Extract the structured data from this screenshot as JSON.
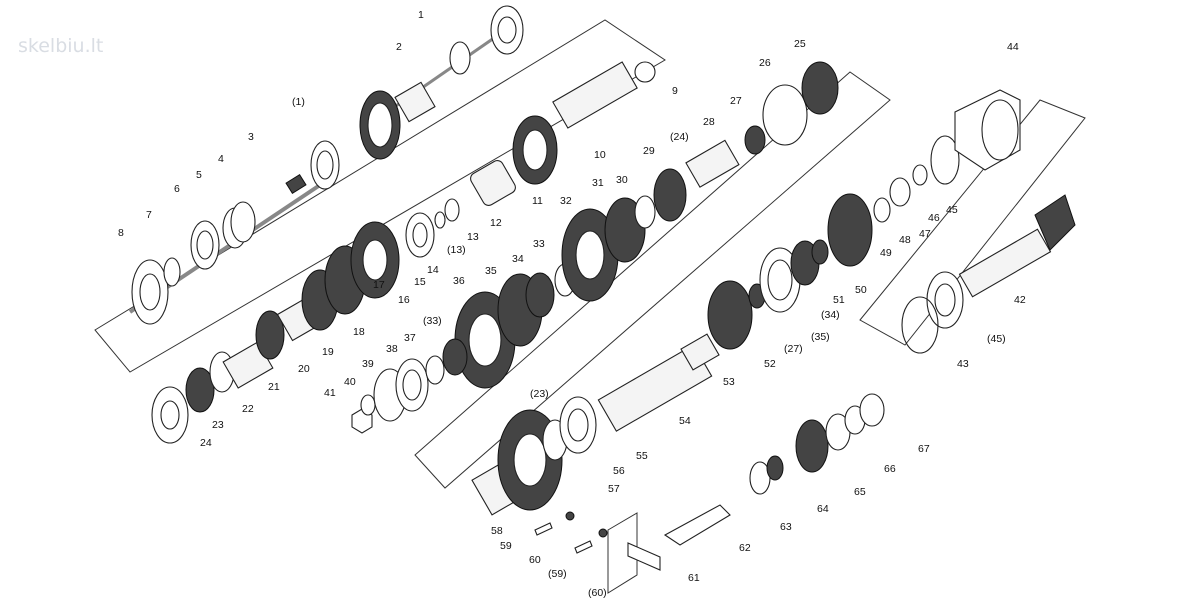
{
  "watermark": {
    "text": "skelbiu.lt"
  },
  "part_labels": [
    "1",
    "2",
    "(1)",
    "3",
    "4",
    "5",
    "6",
    "7",
    "8",
    "9",
    "10",
    "11",
    "12",
    "13",
    "(13)",
    "14",
    "15",
    "16",
    "17",
    "18",
    "19",
    "20",
    "21",
    "22",
    "23",
    "24",
    "25",
    "26",
    "27",
    "28",
    "(24)",
    "29",
    "30",
    "31",
    "32",
    "33",
    "34",
    "35",
    "36",
    "(33)",
    "37",
    "38",
    "39",
    "40",
    "41",
    "44",
    "45",
    "46",
    "47",
    "48",
    "49",
    "50",
    "51",
    "(34)",
    "(35)",
    "(27)",
    "52",
    "53",
    "54",
    "(23)",
    "55",
    "56",
    "57",
    "58",
    "59",
    "60",
    "(59)",
    "(60)",
    "61",
    "62",
    "63",
    "64",
    "65",
    "66",
    "67",
    "42",
    "(45)",
    "43"
  ],
  "colors": {
    "line": "#222222",
    "background": "#ffffff",
    "watermark": "#d9dde3"
  }
}
